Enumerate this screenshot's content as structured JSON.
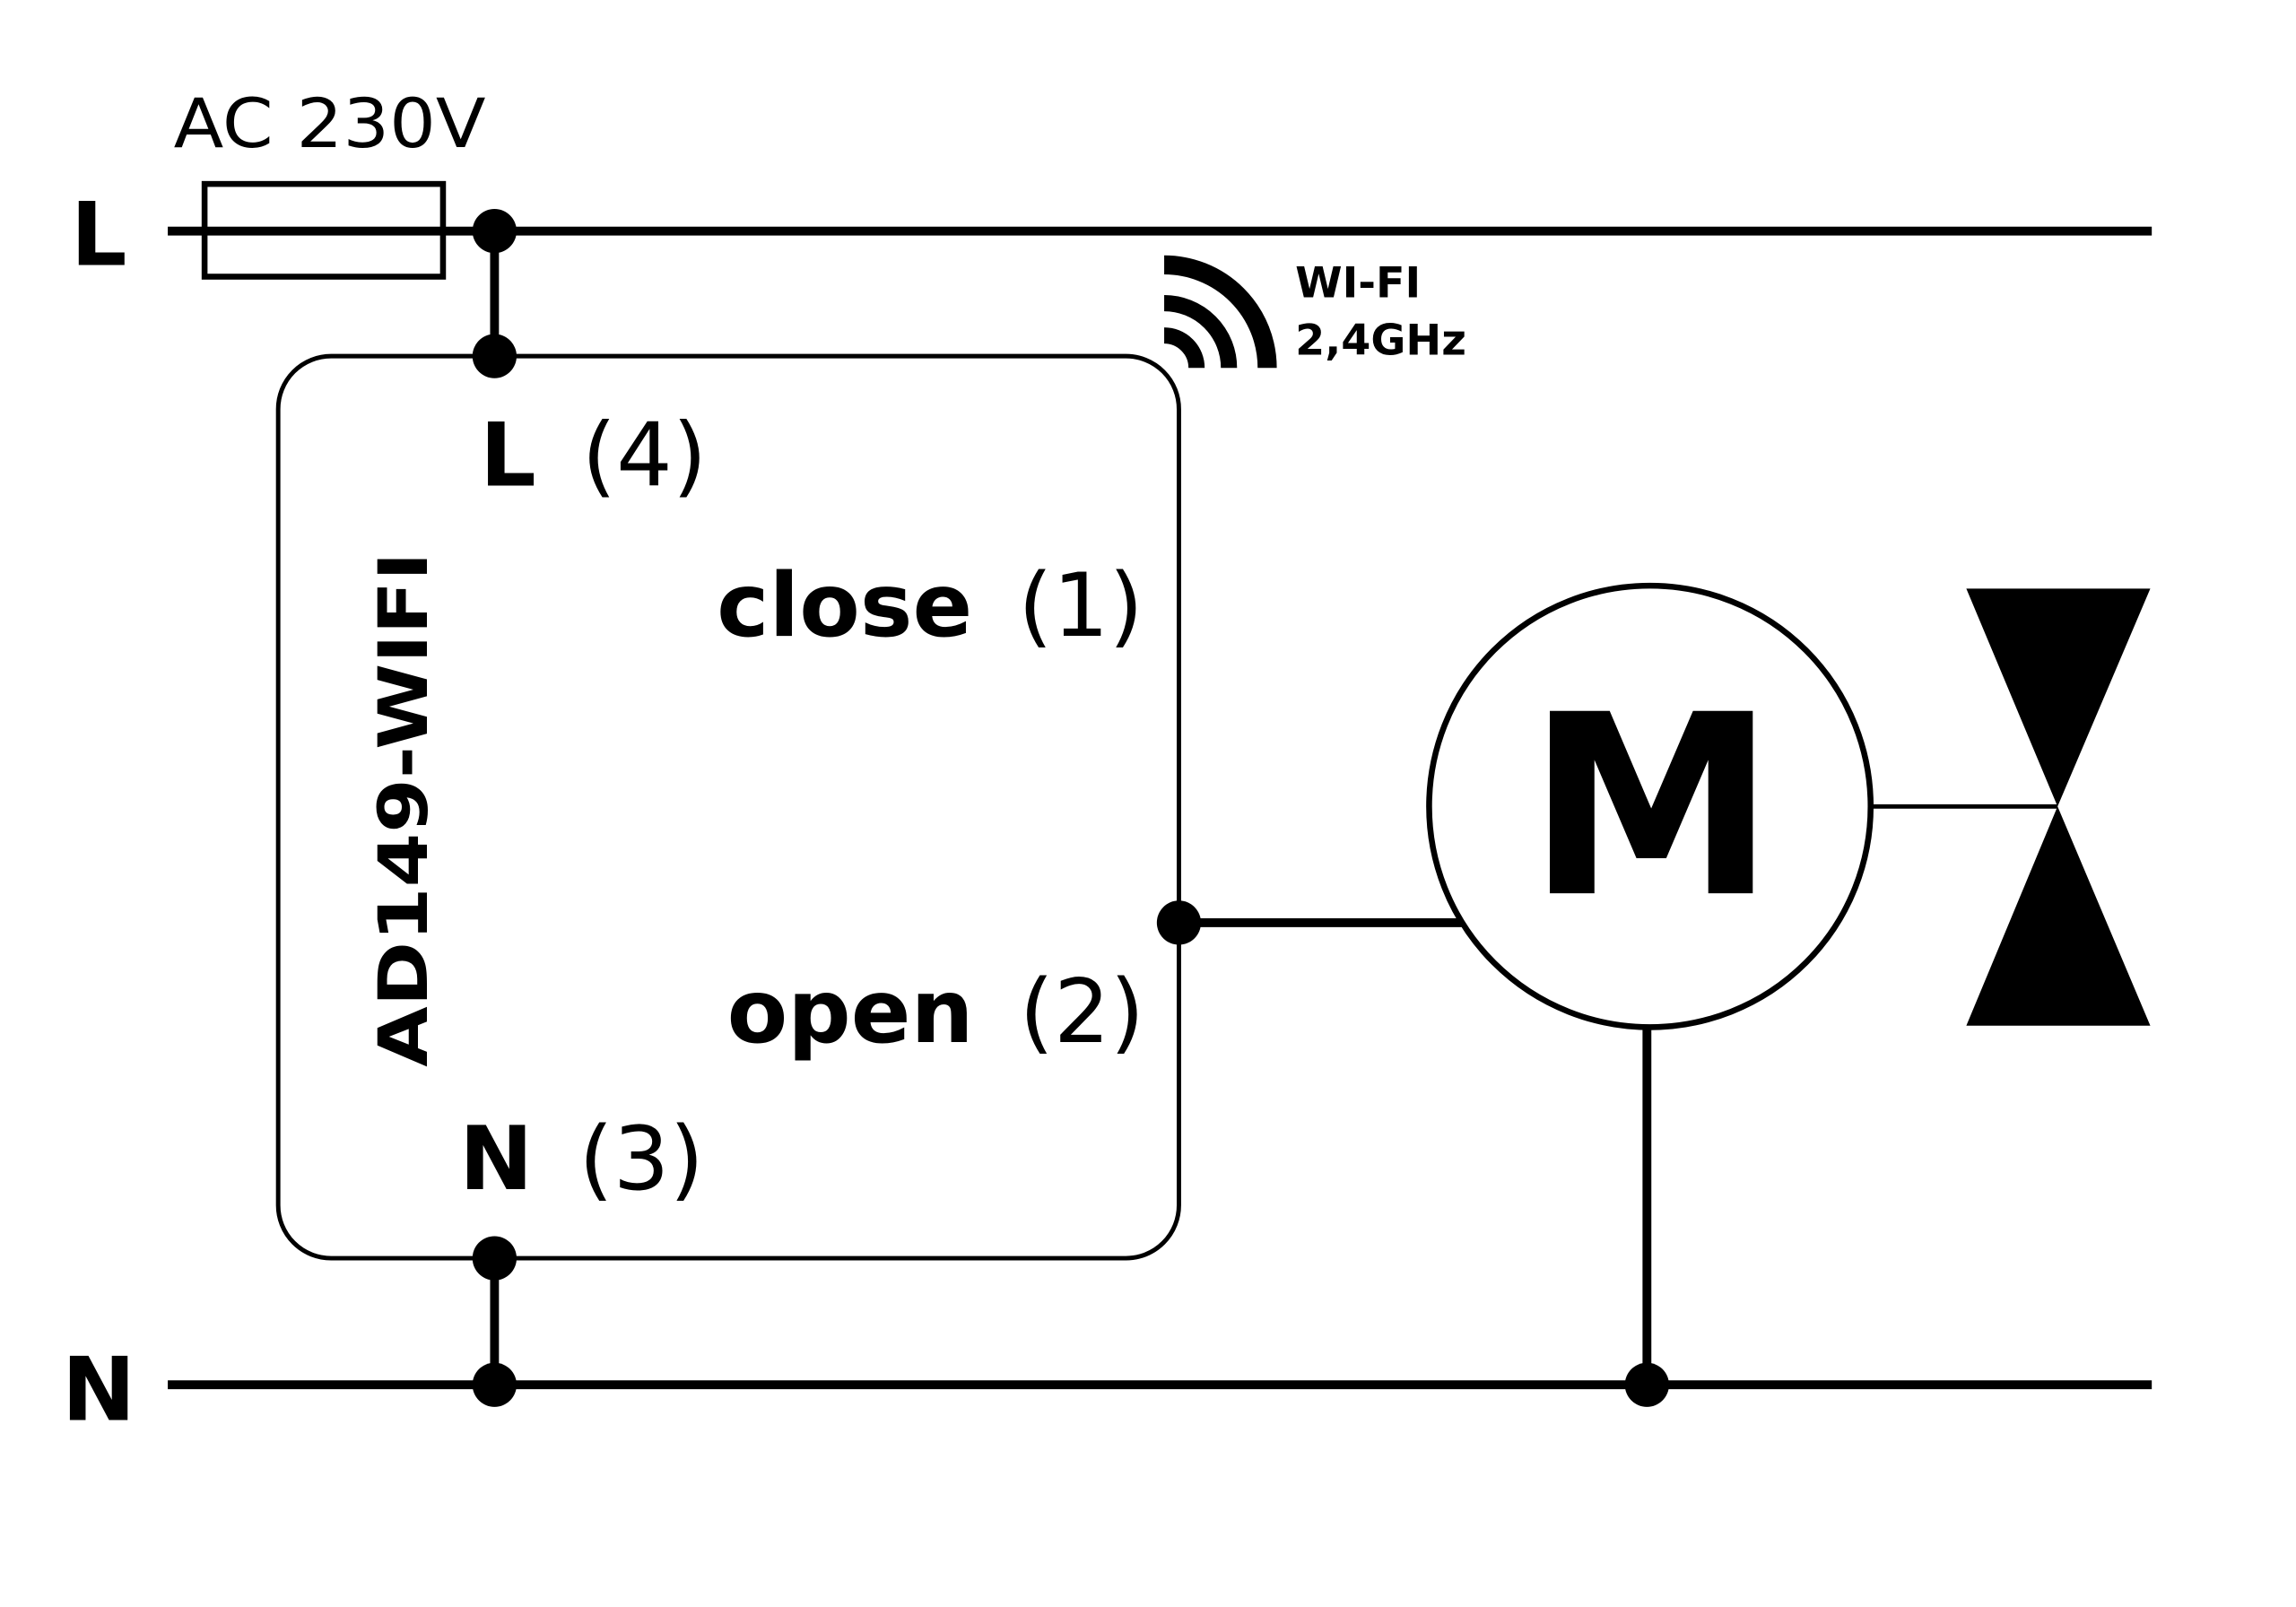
{
  "supply": {
    "voltage_label": "AC 230V",
    "line_label": "L",
    "neutral_label": "N"
  },
  "device": {
    "name": "AD149-WIFI",
    "terminals": {
      "live": {
        "name": "L",
        "number": "(4)"
      },
      "close": {
        "name": "close",
        "number": "(1)"
      },
      "open": {
        "name": "open",
        "number": "(2)"
      },
      "neutral": {
        "name": "N",
        "number": "(3)"
      }
    }
  },
  "wireless": {
    "line1": "WI-FI",
    "line2": "2,4GHz",
    "icon": "wifi-signal-icon"
  },
  "motor": {
    "label": "M",
    "icon": "motor-icon"
  },
  "valve": {
    "icon": "valve-icon"
  },
  "fuse": {
    "icon": "fuse-icon"
  },
  "colors": {
    "line": "#000000",
    "background": "#ffffff"
  }
}
